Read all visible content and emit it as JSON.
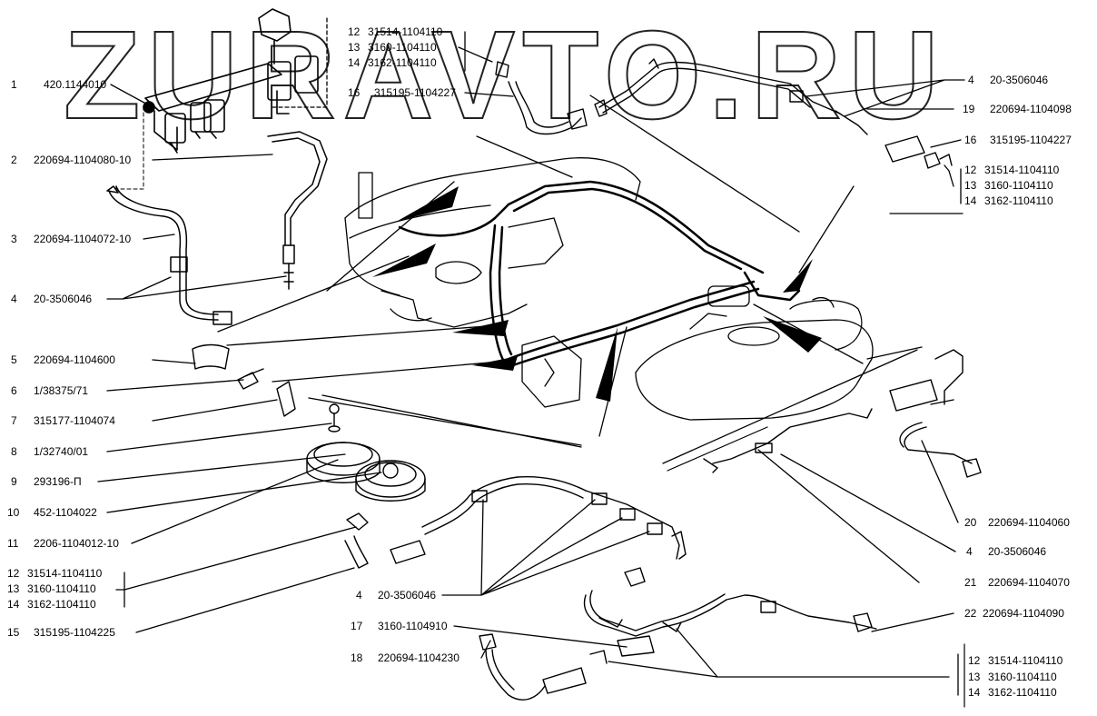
{
  "watermark": "ZURAVTO.RU",
  "colors": {
    "line": "#000000",
    "accent": "#000000",
    "background": "#ffffff"
  },
  "callouts": {
    "c1": {
      "num": "1",
      "part": "420.1144010"
    },
    "c2": {
      "num": "2",
      "part": "220694-1104080-10"
    },
    "c3": {
      "num": "3",
      "part": "220694-1104072-10"
    },
    "c4": {
      "num": "4",
      "part": "20-3506046"
    },
    "c5": {
      "num": "5",
      "part": "220694-1104600"
    },
    "c6": {
      "num": "6",
      "part": "1/38375/71"
    },
    "c7": {
      "num": "7",
      "part": "315177-1104074"
    },
    "c8": {
      "num": "8",
      "part": "1/32740/01"
    },
    "c9": {
      "num": "9",
      "part": "293196-П"
    },
    "c10": {
      "num": "10",
      "part": "452-1104022"
    },
    "c11": {
      "num": "11",
      "part": "2206-1104012-10"
    },
    "c12a": {
      "num": "12",
      "part": "31514-1104110"
    },
    "c13a": {
      "num": "13",
      "part": "3160-1104110"
    },
    "c14a": {
      "num": "14",
      "part": "3162-1104110"
    },
    "c15": {
      "num": "15",
      "part": "315195-1104225"
    },
    "c12b": {
      "num": "12",
      "part": "31514-1104110"
    },
    "c13b": {
      "num": "13",
      "part": "3160-1104110"
    },
    "c14b": {
      "num": "14",
      "part": "3162-1104110"
    },
    "c16a": {
      "num": "16",
      "part": "315195-1104227"
    },
    "c4b": {
      "num": "4",
      "part": "20-3506046"
    },
    "c19": {
      "num": "19",
      "part": "220694-1104098"
    },
    "c16b": {
      "num": "16",
      "part": "315195-1104227"
    },
    "c12c": {
      "num": "12",
      "part": "31514-1104110"
    },
    "c13c": {
      "num": "13",
      "part": "3160-1104110"
    },
    "c14c": {
      "num": "14",
      "part": "3162-1104110"
    },
    "c20": {
      "num": "20",
      "part": "220694-1104060"
    },
    "c4c": {
      "num": "4",
      "part": "20-3506046"
    },
    "c21": {
      "num": "21",
      "part": "220694-1104070"
    },
    "c22": {
      "num": "22",
      "part": "220694-1104090"
    },
    "c4d": {
      "num": "4",
      "part": "20-3506046"
    },
    "c17": {
      "num": "17",
      "part": "3160-1104910"
    },
    "c18": {
      "num": "18",
      "part": "220694-1104230"
    },
    "c12d": {
      "num": "12",
      "part": "31514-1104110"
    },
    "c13d": {
      "num": "13",
      "part": "3160-1104110"
    },
    "c14d": {
      "num": "14",
      "part": "3162-1104110"
    }
  }
}
